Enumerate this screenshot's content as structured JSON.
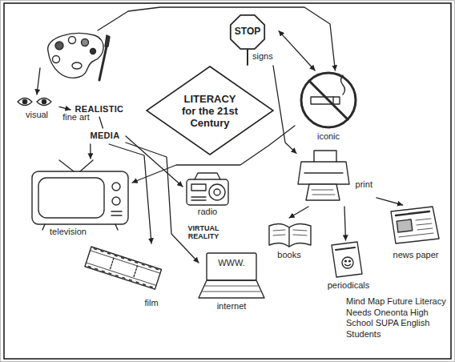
{
  "diagram": {
    "caption": "Mind Map Future Literacy Needs Oneonta High School SUPA English Students",
    "nodes": [
      {
        "text": [
          "fine art"
        ]
      },
      {
        "text": [
          "STOP",
          "signs"
        ]
      },
      {
        "text": [
          "visual"
        ]
      },
      {
        "text": [
          "REALISTIC"
        ]
      },
      {
        "text": [
          "LITERACY for the 21st Century"
        ]
      },
      {
        "text": [
          "iconic"
        ]
      },
      {
        "text": [
          "MEDIA"
        ]
      },
      {
        "text": [
          "television"
        ]
      },
      {
        "text": [
          "radio"
        ]
      },
      {
        "text": [
          "print"
        ]
      },
      {
        "text": [
          "books"
        ]
      },
      {
        "text": [
          "news paper"
        ]
      },
      {
        "text": [
          "film"
        ]
      },
      {
        "text": [
          "WWW.",
          "internet"
        ]
      },
      {
        "text": [
          "periodicals"
        ]
      }
    ],
    "edges": [
      {
        "from": 0,
        "to": 2,
        "arrow": "to"
      },
      {
        "from": 0,
        "to": 5,
        "arrow": "to"
      },
      {
        "from": 1,
        "to": 5,
        "arrow": "both"
      },
      {
        "from": 2,
        "to": 3,
        "arrow": "to"
      },
      {
        "from": 3,
        "to": 6,
        "arrow": "none"
      },
      {
        "from": 6,
        "to": 7,
        "arrow": "to"
      },
      {
        "from": 6,
        "to": 8,
        "arrow": "to"
      },
      {
        "from": 6,
        "to": 12,
        "arrow": "to"
      },
      {
        "from": 6,
        "to": 13,
        "arrow": "to"
      },
      {
        "from": 5,
        "to": 7,
        "arrow": "to"
      },
      {
        "from": 1,
        "to": 9,
        "arrow": "to"
      },
      {
        "from": 9,
        "to": 10,
        "arrow": "to"
      },
      {
        "from": 9,
        "to": 14,
        "arrow": "to"
      },
      {
        "from": 9,
        "to": 11,
        "arrow": "to"
      }
    ],
    "labels": [
      "VIRTUAL REALITY"
    ]
  }
}
